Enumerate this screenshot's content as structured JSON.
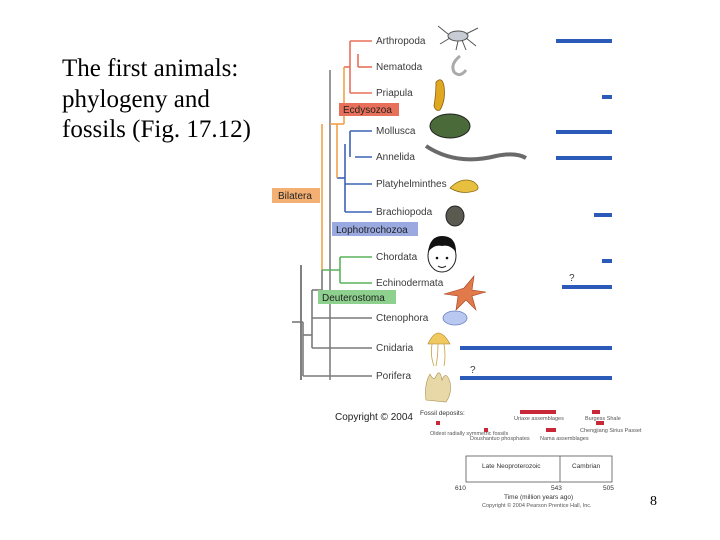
{
  "slide": {
    "title": "The first animals: phylogeny and fossils (Fig. 17.12)",
    "page_number": "8"
  },
  "figure": {
    "taxa": [
      "Arthropoda",
      "Nematoda",
      "Priapula",
      "Mollusca",
      "Annelida",
      "Platyhelminthes",
      "Brachiopoda",
      "Chordata",
      "Echinodermata",
      "Ctenophora",
      "Cnidaria",
      "Porifera"
    ],
    "clades": {
      "ecdysozoa": "Ecdysozoa",
      "bilatera": "Bilatera",
      "lophotrochozoa": "Lophotrochozoa",
      "deuterostoma": "Deuterostoma"
    },
    "unknown_marks": [
      "?",
      "?"
    ],
    "copyright": "Copyright © 2004",
    "fossil_deposits_label": "Fossil deposits:",
    "legend": {
      "item1": "Oldest radially symmetric fossils",
      "item2": "Doushantuo phosphates",
      "item3": "Nama assemblages",
      "item4": "Chengjiang Sirius Passet",
      "item5": "Burgess Shale",
      "item6": "Uriaxe assemblages"
    },
    "timescale": {
      "period1": "Late Neoproterozoic",
      "period2": "Cambrian",
      "ticks": [
        "610",
        "543",
        "505"
      ],
      "axis_label": "Time (million years ago)",
      "credit": "Copyright © 2004 Pearson Prentice Hall, Inc."
    },
    "colors": {
      "ecdysozoa_branch": "#e8705a",
      "lophotrochozoa_branch": "#3b62b6",
      "deuterostoma_branch": "#5ab35a",
      "bilatera_branch": "#f0a24a",
      "basal_branch": "#7a7a7a",
      "range_bar": "#2c5ab8",
      "ecdysozoa_box": "#e8705a",
      "bilatera_box": "#f3b072",
      "lophotrochozoa_box": "#9aaae0",
      "deuterostoma_box": "#8ed08e",
      "deposit_bar": "#c82838"
    }
  }
}
